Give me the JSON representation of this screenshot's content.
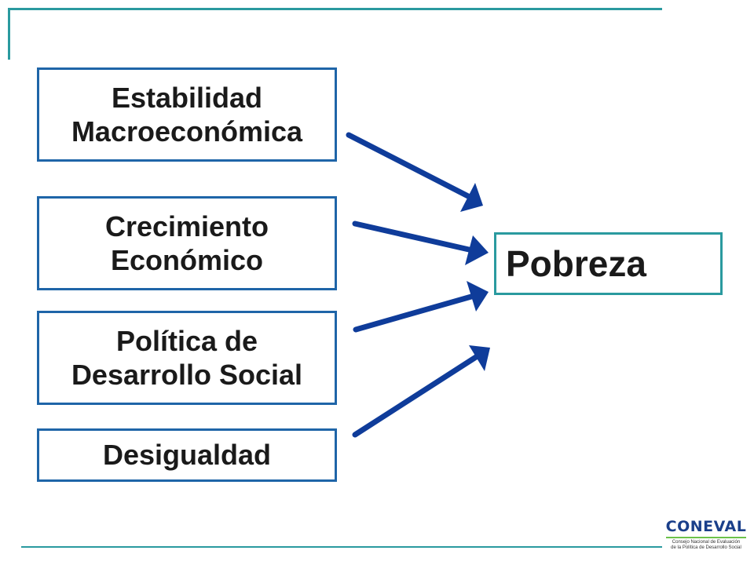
{
  "diagram": {
    "factors": [
      {
        "label": "Estabilidad\nMacroeconómica"
      },
      {
        "label": "Crecimiento\nEconómico"
      },
      {
        "label": "Política de\nDesarrollo Social"
      },
      {
        "label": "Desigualdad"
      }
    ],
    "outcome": {
      "label": "Pobreza"
    }
  },
  "logo": {
    "name": "CONEVAL",
    "tagline": "Consejo Nacional de Evaluación\nde la Política de Desarrollo Social"
  },
  "colors": {
    "arrow": "#0f3c9a",
    "factor_border": "#1f65a8",
    "outcome_border": "#2a9a9f",
    "frame": "#2a9a9f",
    "logo_text": "#1a3f8a",
    "logo_accent": "#6cc24a"
  }
}
